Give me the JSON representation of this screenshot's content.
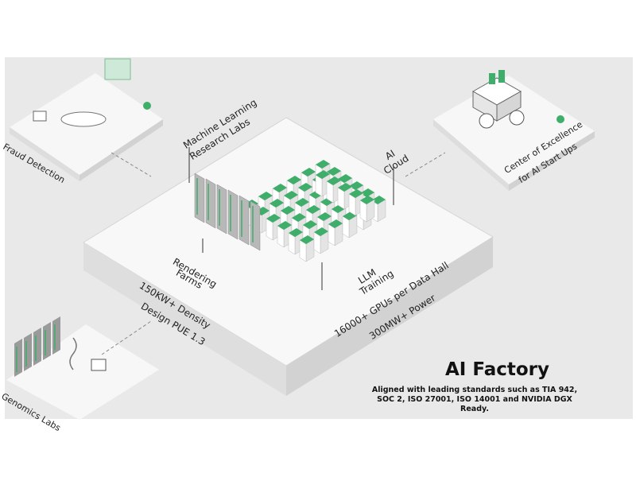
{
  "diagram": {
    "title": "AI Factory",
    "subtitle": "Aligned with leading standards such as TIA 942, SOC 2, ISO 27001, ISO 14001 and NVIDIA DGX Ready.",
    "side_nodes": {
      "fraud_detection": "Fraud Detection",
      "genomics_labs": "Genomics Labs",
      "center_of_excellence_line1": "Center of Excellence",
      "center_of_excellence_line2": "for AI Start Ups"
    },
    "main_nodes": {
      "ml_labs_line1": "Machine Learning",
      "ml_labs_line2": "Research Labs",
      "ai_cloud_line1": "AI",
      "ai_cloud_line2": "Cloud",
      "rendering_line1": "Rendering",
      "rendering_line2": "Farms",
      "llm_line1": "LLM",
      "llm_line2": "Training"
    },
    "specs": {
      "density": "150KW+ Density",
      "pue": "Design PUE 1.3",
      "gpus": "16000+ GPUs per Data Hall",
      "power": "300MW+ Power"
    },
    "colors": {
      "accent_green": "#3fae6a",
      "panel_bg": "#e9e9e9",
      "platform_top": "#f7f7f7",
      "platform_side": "#dcdcdc",
      "text": "#222222"
    }
  }
}
